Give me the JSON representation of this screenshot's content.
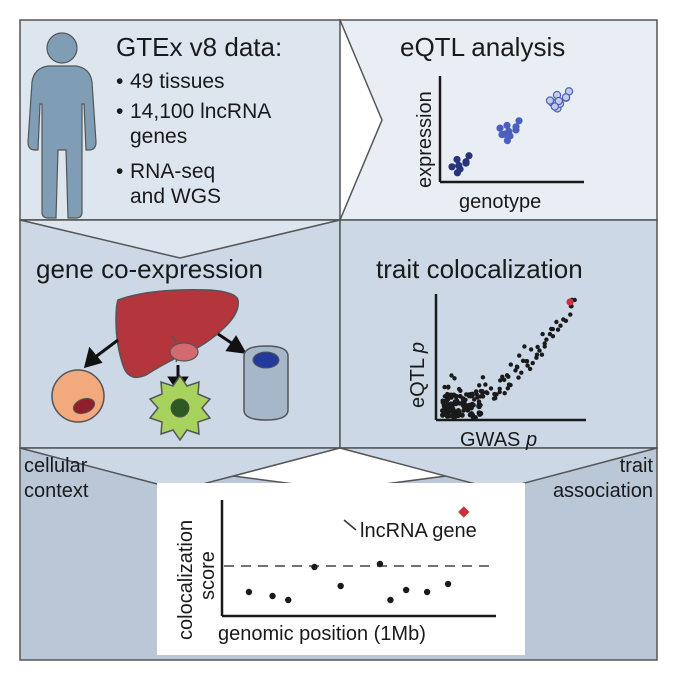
{
  "colors": {
    "panel_top_left": "#dde5ee",
    "panel_top_right": "#e9eef4",
    "panel_middle": "#ccd8e6",
    "panel_bottom": "#b9c7d7",
    "outline": "#555555",
    "human_figure": "#7f9db4",
    "liver": "#b5353d",
    "cell_orange": "#f1a97d",
    "cell_green": "#a7d25d",
    "cell_blue_body": "#a5b7c8",
    "nucleus_blue": "#243a9a",
    "dot_dark": "#27357a",
    "dot_mid": "#4b5fbf",
    "dot_light": "#c6cbe6",
    "highlight_red": "#c9333b"
  },
  "panel_gtex": {
    "title": "GTEx v8 data:",
    "bullets": [
      [
        "49 tissues"
      ],
      [
        "14,100 lncRNA",
        "genes"
      ],
      [
        "RNA-seq",
        "and WGS"
      ]
    ],
    "bullet_char": "•"
  },
  "panel_eqtl": {
    "title": "eQTL analysis",
    "xlabel": "genotype",
    "ylabel": "expression",
    "groups": [
      {
        "genotype": 0,
        "points": 4,
        "shade": "dark"
      },
      {
        "genotype": 1,
        "points": 10,
        "shade": "mid"
      },
      {
        "genotype": 2,
        "points": 10,
        "shade": "light"
      }
    ]
  },
  "panel_coexpr": {
    "title": "gene co-expression",
    "caption": "cellular\ncontext",
    "caption_lines": [
      "cellular",
      "context"
    ]
  },
  "panel_coloc": {
    "title": "trait colocalization",
    "xlabel": "GWAS",
    "xlabel_italic": "p",
    "ylabel": "eQTL",
    "ylabel_italic": "p",
    "caption_lines": [
      "trait",
      "association"
    ]
  },
  "panel_bottom": {
    "ylabel_lines": [
      "colocalization",
      "score"
    ],
    "xlabel": "genomic position (1Mb)",
    "annotation": "lncRNA gene",
    "threshold": 0.6
  },
  "chart_data": [
    {
      "type": "scatter",
      "title": "eQTL analysis",
      "xlabel": "genotype",
      "ylabel": "expression",
      "series": [
        {
          "values": [
            [
              0,
              0.1
            ],
            [
              0,
              0.14
            ],
            [
              0,
              0.18
            ],
            [
              0,
              0.22
            ]
          ]
        },
        {
          "values": [
            [
              1,
              0.45
            ],
            [
              1,
              0.5
            ],
            [
              1,
              0.55
            ],
            [
              1,
              0.6
            ],
            [
              1,
              0.52
            ]
          ]
        },
        {
          "values": [
            [
              2,
              0.8
            ],
            [
              2,
              0.85
            ],
            [
              2,
              0.88
            ],
            [
              2,
              0.92
            ],
            [
              2,
              0.82
            ]
          ]
        }
      ]
    },
    {
      "type": "scatter",
      "title": "",
      "xlabel": "genomic position (1Mb)",
      "ylabel": "colocalization score",
      "annotation": "lncRNA gene",
      "x": [
        0.08,
        0.17,
        0.23,
        0.33,
        0.43,
        0.58,
        0.62,
        0.68,
        0.76,
        0.84,
        0.9
      ],
      "values": [
        0.2,
        0.16,
        0.12,
        0.45,
        0.26,
        0.48,
        0.12,
        0.22,
        0.2,
        0.28,
        1.0
      ]
    }
  ]
}
